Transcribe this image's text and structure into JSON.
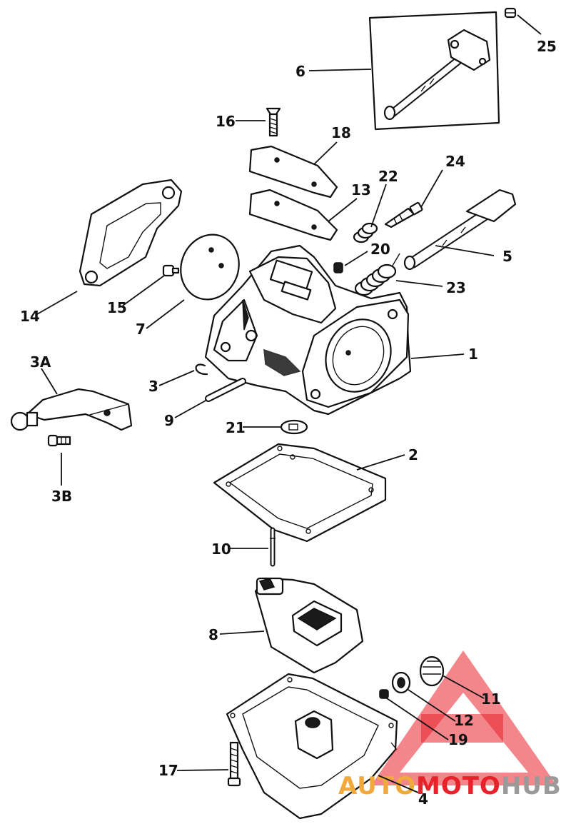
{
  "callouts": [
    {
      "id": "c25",
      "label": "25"
    },
    {
      "id": "c6",
      "label": "6"
    },
    {
      "id": "c16",
      "label": "16"
    },
    {
      "id": "c18",
      "label": "18"
    },
    {
      "id": "c24",
      "label": "24"
    },
    {
      "id": "c22",
      "label": "22"
    },
    {
      "id": "c13",
      "label": "13"
    },
    {
      "id": "c20",
      "label": "20"
    },
    {
      "id": "c5",
      "label": "5"
    },
    {
      "id": "c23",
      "label": "23"
    },
    {
      "id": "c14",
      "label": "14"
    },
    {
      "id": "c15",
      "label": "15"
    },
    {
      "id": "c7",
      "label": "7"
    },
    {
      "id": "c1",
      "label": "1"
    },
    {
      "id": "c3A",
      "label": "3A"
    },
    {
      "id": "c3",
      "label": "3"
    },
    {
      "id": "c9",
      "label": "9"
    },
    {
      "id": "c21",
      "label": "21"
    },
    {
      "id": "c2",
      "label": "2"
    },
    {
      "id": "c3B",
      "label": "3B"
    },
    {
      "id": "c10",
      "label": "10"
    },
    {
      "id": "c8",
      "label": "8"
    },
    {
      "id": "c11",
      "label": "11"
    },
    {
      "id": "c12",
      "label": "12"
    },
    {
      "id": "c19",
      "label": "19"
    },
    {
      "id": "c17",
      "label": "17"
    },
    {
      "id": "c4",
      "label": "4"
    }
  ],
  "watermark": {
    "part1": "AUTO",
    "part2": "MOTO",
    "part3": "HUB",
    "color_orange": "#f2a93b",
    "color_red": "#e8222b",
    "color_gray": "#9a9a9a"
  }
}
